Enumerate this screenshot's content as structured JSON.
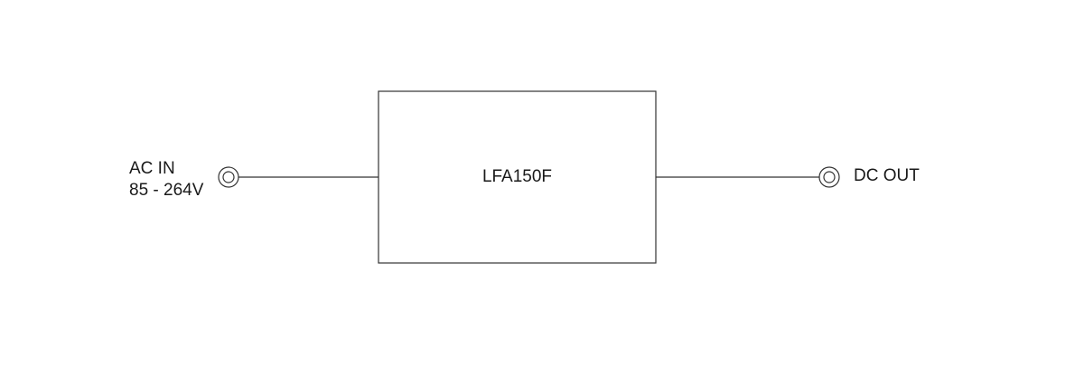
{
  "diagram": {
    "input": {
      "title": "AC IN",
      "range": "85 - 264V"
    },
    "block": {
      "label": "LFA150F"
    },
    "output": {
      "title": "DC OUT"
    }
  },
  "colors": {
    "line": "#333333",
    "text": "#1a1a1a",
    "background": "#ffffff"
  }
}
